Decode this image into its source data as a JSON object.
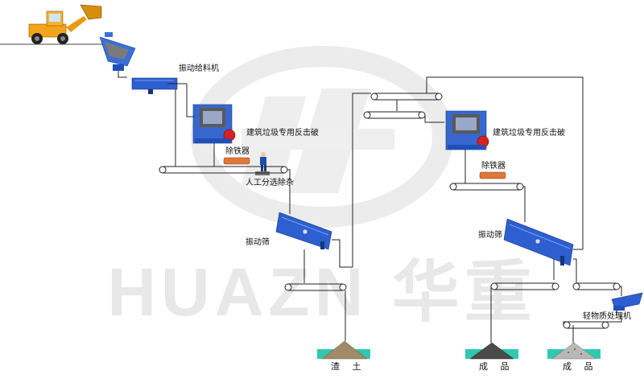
{
  "labels": {
    "vibrating_feeder": "振动给料机",
    "crusher_1": "建筑垃圾专用反击破",
    "iron_remover_1": "除铁器",
    "manual_sorting": "人工分选除杂",
    "vibrating_screen_1": "振动筛",
    "crusher_2": "建筑垃圾专用反击破",
    "iron_remover_2": "除铁器",
    "vibrating_screen_2": "振动筛",
    "light_material_processor": "轻物质处理机",
    "pile_residue": "渣 土",
    "pile_product_1": "成 品",
    "pile_product_2": "成 品"
  },
  "watermark": {
    "text": "HUAZN 华重"
  },
  "colors": {
    "machine_blue": "#2e5fd0",
    "iron_remover_orange": "#e0783a",
    "loader_yellow": "#f2a51a",
    "line": "#222222",
    "watermark": "#e6e6e6"
  }
}
